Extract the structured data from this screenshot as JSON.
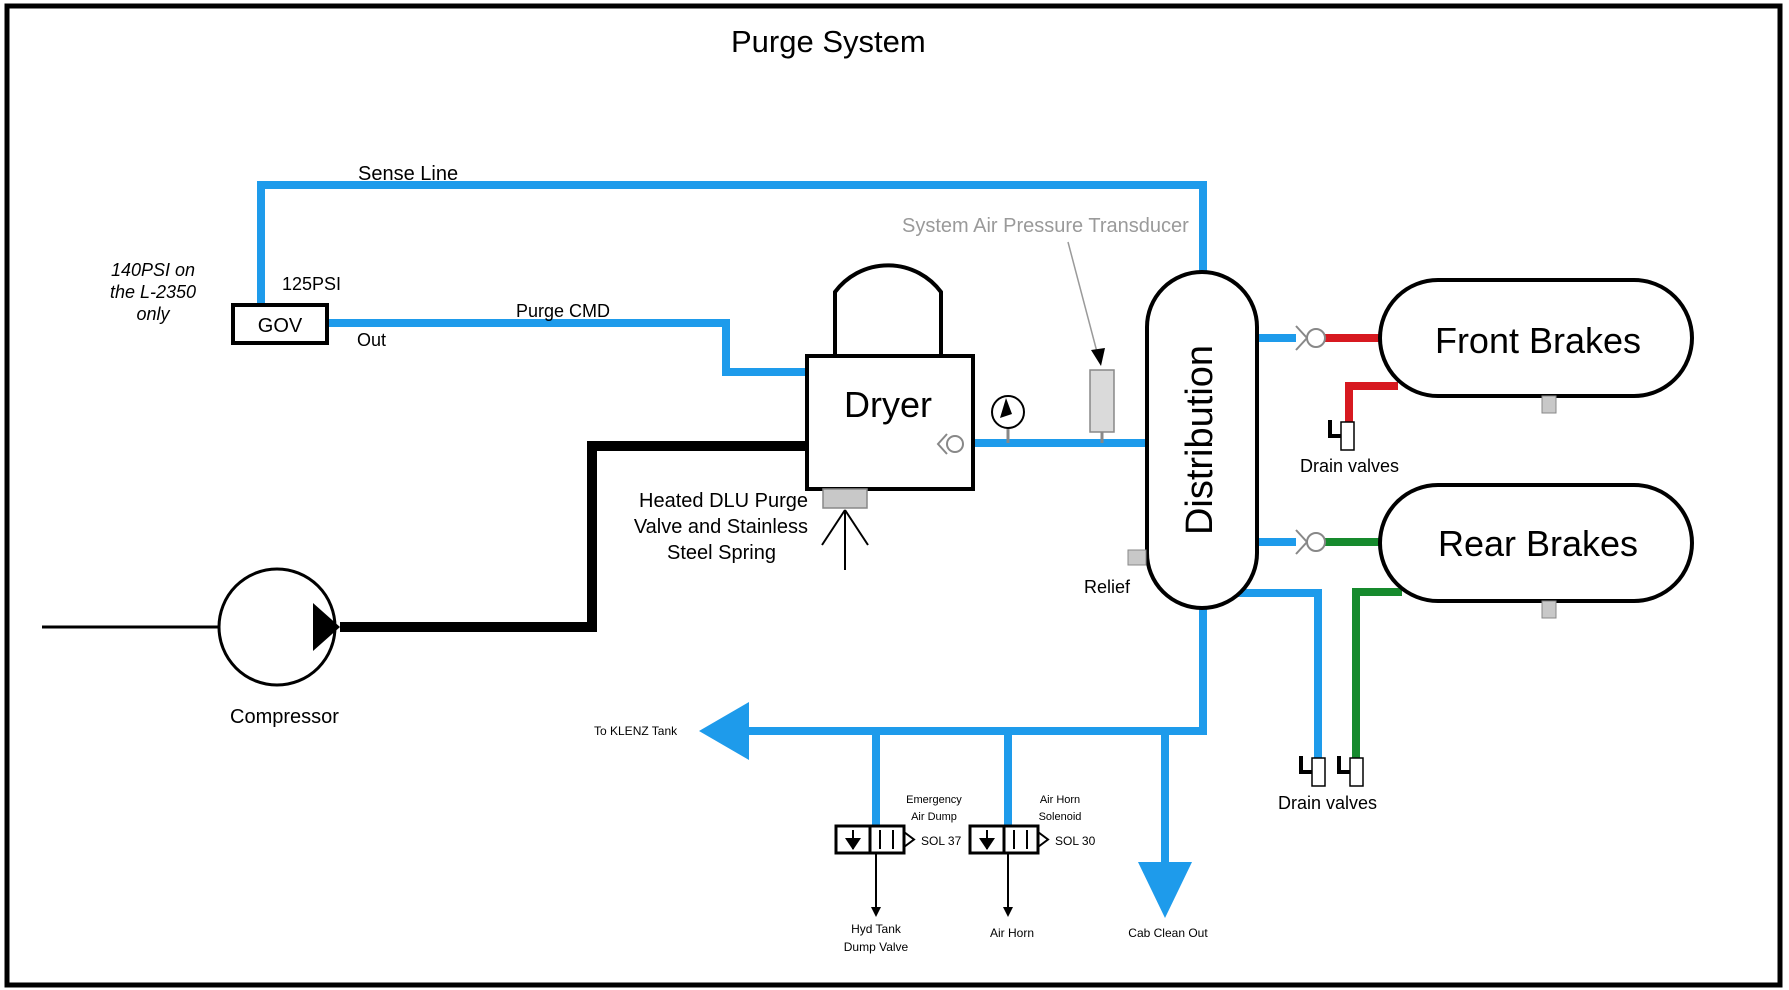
{
  "title": "Purge System",
  "labels": {
    "sense_line": "Sense Line",
    "note_140psi": [
      "140PSI on",
      "the L-2350",
      "only"
    ],
    "psi_125": "125PSI",
    "gov": "GOV",
    "out": "Out",
    "purge_cmd": "Purge CMD",
    "dryer": "Dryer",
    "heated_dlu": [
      "Heated DLU Purge",
      "Valve and Stainless",
      "Steel Spring"
    ],
    "transducer": "System Air Pressure Transducer",
    "distribution": "Distribution",
    "relief": "Relief",
    "front_brakes": "Front Brakes",
    "rear_brakes": "Rear Brakes",
    "drain_valves_1": "Drain valves",
    "drain_valves_2": "Drain valves",
    "compressor": "Compressor",
    "to_klenz": "To KLENZ Tank",
    "emergency_air_dump": [
      "Emergency",
      "Air Dump"
    ],
    "sol37": "SOL 37",
    "air_horn_solenoid": [
      "Air Horn",
      "Solenoid"
    ],
    "sol30": "SOL 30",
    "hyd_tank": [
      "Hyd Tank",
      "Dump Valve"
    ],
    "air_horn": "Air Horn",
    "cab_clean_out": "Cab Clean Out"
  },
  "colors": {
    "air_line": "#1E9BEB",
    "compressor_line": "#000000",
    "front_brake_line": "#D71920",
    "rear_brake_line": "#168A2D",
    "drain_fill": "#C8C8C8"
  }
}
